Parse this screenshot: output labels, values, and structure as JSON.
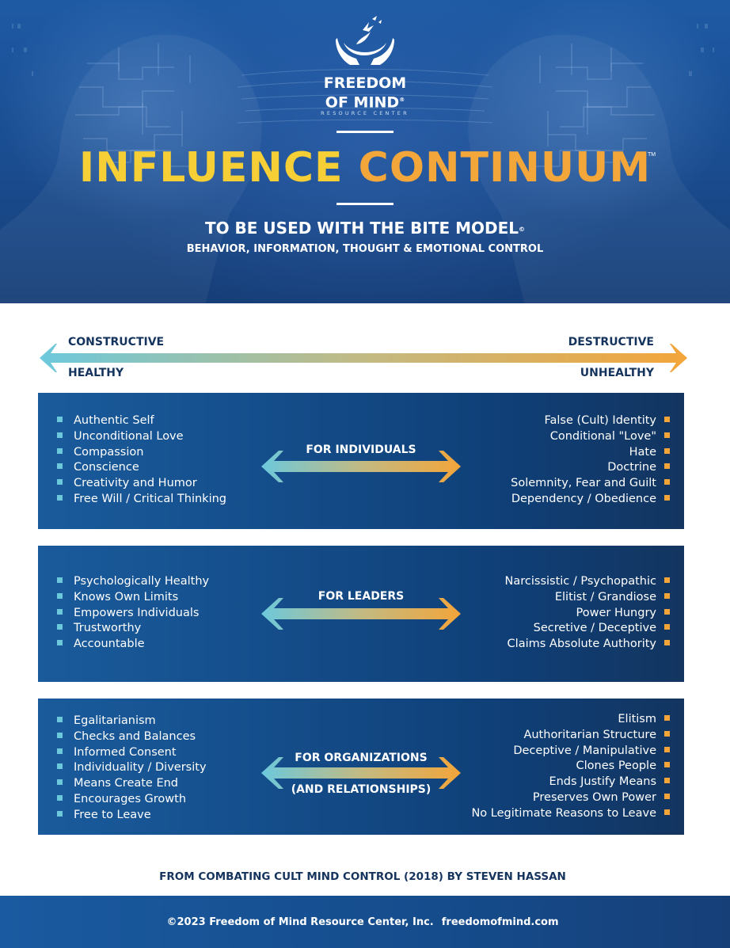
{
  "header": {
    "logo_line1": "FREEDOM",
    "logo_line2": "OF MIND",
    "logo_reg": "®",
    "logo_sub": "RESOURCE CENTER",
    "title_part1": "INFLUENCE ",
    "title_part2": "CONTINUUM",
    "trademark": "TM",
    "subtitle": "TO BE USED WITH THE BITE MODEL",
    "subtitle_mark": "©",
    "subtitle2": "BEHAVIOR, INFORMATION, THOUGHT & EMOTIONAL CONTROL"
  },
  "spectrum": {
    "left_top": "CONSTRUCTIVE",
    "left_bottom": "HEALTHY",
    "right_top": "DESTRUCTIVE",
    "right_bottom": "UNHEALTHY"
  },
  "panels": [
    {
      "label": "FOR INDIVIDUALS",
      "left": [
        "Authentic Self",
        "Unconditional Love",
        "Compassion",
        "Conscience",
        "Creativity and Humor",
        "Free Will / Critical Thinking"
      ],
      "right": [
        "False (Cult) Identity",
        "Conditional \"Love\"",
        "Hate",
        "Doctrine",
        "Solemnity, Fear and Guilt",
        "Dependency / Obedience"
      ]
    },
    {
      "label": "FOR LEADERS",
      "left": [
        "Psychologically Healthy",
        "Knows Own Limits",
        "Empowers Individuals",
        "Trustworthy",
        "Accountable"
      ],
      "right": [
        "Narcissistic / Psychopathic",
        "Elitist / Grandiose",
        "Power Hungry",
        "Secretive / Deceptive",
        "Claims Absolute Authority"
      ]
    },
    {
      "label": "FOR ORGANIZATIONS",
      "label2": "(AND RELATIONSHIPS)",
      "left": [
        "Egalitarianism",
        "Checks and Balances",
        "Informed Consent",
        "Individuality / Diversity",
        "Means Create End",
        "Encourages Growth",
        "Free to Leave"
      ],
      "right": [
        "Elitism",
        "Authoritarian Structure",
        "Deceptive / Manipulative",
        "Clones People",
        "Ends Justify Means",
        "Preserves Own Power",
        "No Legitimate Reasons to Leave"
      ]
    }
  ],
  "footer": {
    "source": "FROM COMBATING CULT MIND CONTROL (2018) BY STEVEN HASSAN",
    "copyright": "©2023 Freedom of Mind Resource Center, Inc.",
    "website": "freedomofmind.com"
  },
  "colors": {
    "teal": "#6cc9dc",
    "orange": "#f3a53a",
    "yellow": "#f5cf35",
    "navy_text": "#15345d",
    "panel_blue": "#134a86"
  }
}
